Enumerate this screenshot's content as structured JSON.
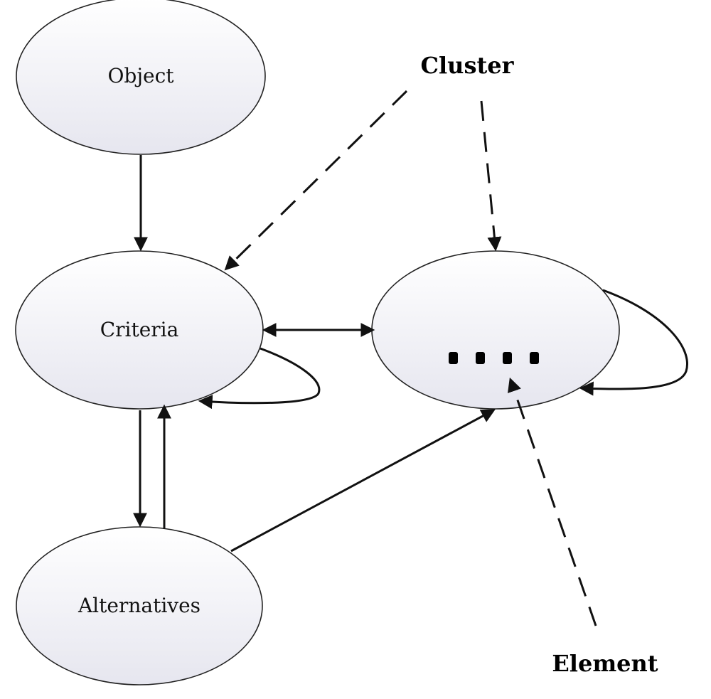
{
  "nodes": {
    "object": {
      "label": "Object"
    },
    "criteria": {
      "label": "Criteria"
    },
    "alternatives": {
      "label": "Alternatives"
    },
    "cluster_node": {
      "label": "",
      "elements": 4
    }
  },
  "annotations": {
    "cluster": "Cluster",
    "element": "Element"
  },
  "colors": {
    "node_fill_top": "#ffffff",
    "node_fill_bottom": "#e6e6ef",
    "stroke": "#111111"
  }
}
